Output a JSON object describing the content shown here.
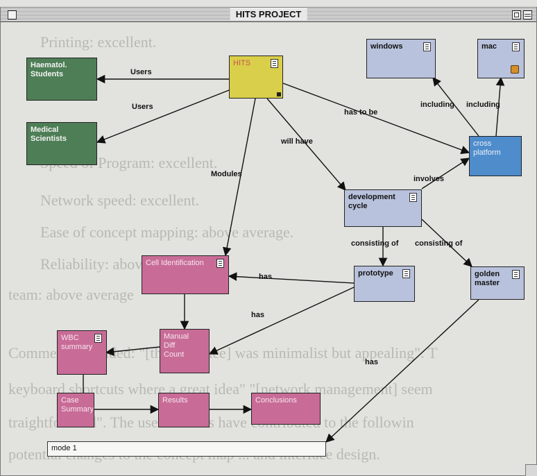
{
  "window": {
    "title": "HITS PROJECT"
  },
  "background_text": [
    "Printing: excellent.",
    "Speed of Program: excellent.",
    "Network speed: excellent.",
    "Ease of concept mapping: above average.",
    "Reliability: above average.",
    "team: above average",
    "Comments included: \"[the interface] was minimalist but appealing\". T",
    "keyboard shortcuts where a great idea\" \"[network management] seem",
    "traightforward\". The user reviews have contributed to the followin",
    "potential changes to the concept map ... and interface design."
  ],
  "nodes": {
    "hits": {
      "label": "HITS"
    },
    "haematol": {
      "label": "Haematol. Students"
    },
    "medical": {
      "label": "Medical Scientists"
    },
    "windows": {
      "label": "windows"
    },
    "mac": {
      "label": "mac"
    },
    "cross_platform": {
      "label": "cross platform"
    },
    "development_cycle": {
      "label": "development cycle"
    },
    "prototype": {
      "label": "prototype"
    },
    "golden_master": {
      "label": "golden master"
    },
    "cell_id": {
      "label": "Cell Identification"
    },
    "manual_diff": {
      "label": "Manual Diff Count"
    },
    "wbc_summary": {
      "label": "WBC summary"
    },
    "case_summary": {
      "label": "Case Summary"
    },
    "results": {
      "label": "Results"
    },
    "conclusions": {
      "label": "Conclusions"
    }
  },
  "links": {
    "users_1": "Users",
    "users_2": "Users",
    "has_to_be": "has to be",
    "will_have": "will have",
    "modules": "Modules",
    "including_1": "including",
    "including_2": "including",
    "involves": "involves",
    "consisting_of_1": "consisting of",
    "consisting_of_2": "consisting of",
    "has_1": "has",
    "has_2": "has",
    "has_3": "has"
  },
  "mode_bar": {
    "label": "mode 1"
  },
  "colors": {
    "person_node": "#4e7e56",
    "root_node": "#d9cf4a",
    "platform_node": "#b8c2dc",
    "cross_platform_node": "#4f8ccb",
    "module_node": "#c86c97"
  },
  "icons": [
    "document-icon",
    "mac-finder-icon",
    "resize-corner-icon"
  ]
}
